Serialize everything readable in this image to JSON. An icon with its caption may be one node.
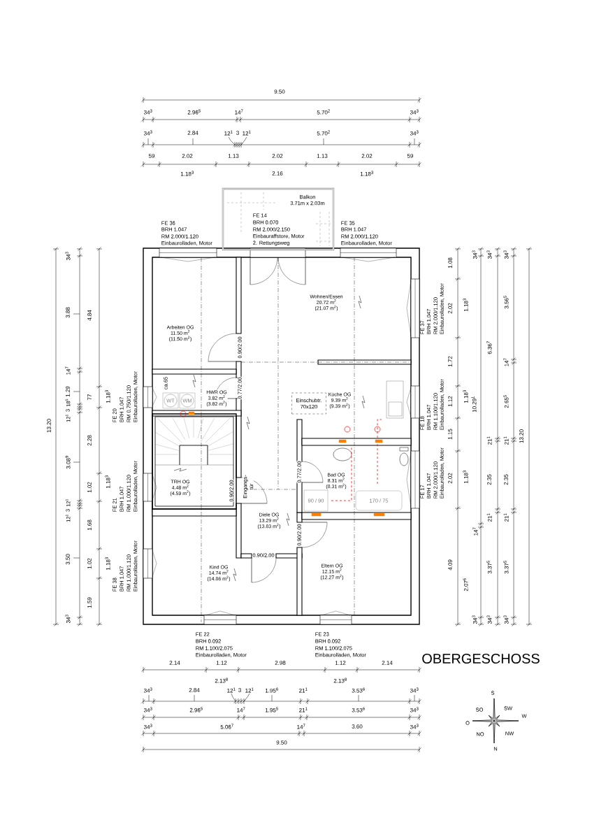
{
  "diagram": {
    "title": "OBERGESCHOSS",
    "nodes": [
      {
        "text": [
          "Balkon",
          "3.71m x 2.03m"
        ]
      },
      {
        "text": [
          "Arbeiten OG",
          "11.50 m$^{2}$",
          "(11.50 m$^{2}$)"
        ]
      },
      {
        "text": [
          "Wohnen/Essen",
          "20.72 m$^{2}$",
          "(21.07 m$^{2}$)"
        ]
      },
      {
        "text": [
          "HWR OG",
          "3.82 m$^{2}$",
          "(3.82 m$^{2}$)"
        ]
      },
      {
        "text": [
          "WT"
        ]
      },
      {
        "text": [
          "WM"
        ]
      },
      {
        "text": [
          "Küche OG",
          "9.39 m$^{2}$",
          "(9.39 m$^{2}$)"
        ]
      },
      {
        "text": [
          "Einschubtr.",
          "70x120"
        ]
      },
      {
        "text": [
          "TRH OG",
          "4.48 m$^{2}$",
          "(4.59 m$^{2}$)"
        ]
      },
      {
        "text": [
          "Bad OG",
          "8.31 m$^{2}$",
          "(8.31 m$^{2}$)"
        ]
      },
      {
        "text": [
          "90 / 90"
        ]
      },
      {
        "text": [
          "170 / 75"
        ]
      },
      {
        "text": [
          "Diele OG",
          "13.29 m$^{2}$",
          "(13.83 m$^{2}$)"
        ]
      },
      {
        "text": [
          "Kind OG",
          "14.74 m$^{2}$",
          "(14.86 m$^{2}$)"
        ]
      },
      {
        "text": [
          "Eltern OG",
          "12.15 m$^{2}$",
          "(12.27 m$^{2}$)"
        ]
      }
    ],
    "labels": [
      "9.50",
      "34$^{3}$",
      "2.96$^{5}$",
      "14$^{7}$",
      "5.70$^{2}$",
      "34$^{3}$",
      "34$^{3}$",
      "2.84",
      "12$^{1}$",
      "3",
      "12$^{1}$",
      "5.70$^{2}$",
      "34$^{3}$",
      "59",
      "2.02",
      "1.13",
      "2.02",
      "1.13",
      "2.02",
      "59",
      "1.18$^{3}$",
      "2.16",
      "1.18$^{3}$",
      "FE 36",
      "BRH 1.047",
      "RM 2.000/1.120",
      "Einbaurolladen, Motor",
      "FE 14",
      "BRH 0.070",
      "RM 2.000/2.150",
      "Einbauraffstore, Motor",
      "2. Rettungsweg",
      "FE 35",
      "BRH 1.047",
      "RM 2.000/1.120",
      "Einbaurolladen, Motor",
      "13.20",
      "34$^{3}$",
      "3.88",
      "14$^{7}$",
      "1.29",
      "12$^{1}$",
      "3",
      "18$^{5}$",
      "3.08$^{9}$",
      "12$^{1}$",
      "3",
      "12$^{1}$",
      "3.50",
      "34$^{3}$",
      "4.84",
      "77",
      "2.28",
      "1.02",
      "1.68",
      "1.02",
      "1.59",
      "1.18$^{3}$",
      "1.18$^{3}$",
      "1.18$^{3}$",
      "FE 20",
      "BRH 1.047",
      "RM 0.750/1.120",
      "Einbaurolladen, Motor",
      "FE 21",
      "BRH 1.047",
      "RM 1.000/1.120",
      "Einbaurolladen, Motor",
      "FE 38",
      "BRH 1.047",
      "RM 1.000/1.120",
      "Einbaurolladen, Motor",
      "0.90/2.00",
      "0.77/2.00",
      "ca.65",
      "0.90/2.00",
      "Eingangs- tür",
      "0.77/2.00",
      "0.90/2.00",
      "0.90/2.00",
      "1.08",
      "2.02",
      "1.72",
      "1.12",
      "1.15",
      "2.02",
      "4.09",
      "1.18$^{3}$",
      "1.18$^{3}$",
      "1.18$^{3}$",
      "2.07$^{6}$",
      "10.29$^{1}$",
      "34$^{3}$",
      "14$^{7}$",
      "34$^{3}$",
      "34$^{3}$",
      "6.36$^{7}$",
      "21$^{1}$",
      "2.35",
      "21$^{1}$",
      "3.37$^{5}$",
      "34$^{3}$",
      "34$^{3}$",
      "3.56$^{5}$",
      "14$^{7}$",
      "2.65$^{5}$",
      "21$^{1}$",
      "2.35",
      "21$^{1}$",
      "3.37$^{5}$",
      "34$^{3}$",
      "13.20",
      "FE 37",
      "BRH 1.047",
      "RM 2.000/1.120",
      "Einbaurolladen, Motor",
      "FE 18",
      "BRH 1.047",
      "RM 1.100/1.120",
      "Einbaurolladen, Motor",
      "FE 17",
      "BRH 1.047",
      "RM 2.000/1.120",
      "Einbaurolladen, Motor",
      "FE 22",
      "BRH 0.092",
      "RM 1.100/2.075",
      "Einbaurolladen, Motor",
      "FE 23",
      "BRH 0.092",
      "RM 1.100/2.075",
      "Einbaurolladen, Motor",
      "2.14",
      "1.12",
      "2.98",
      "1.12",
      "2.14",
      "2.13$^{8}$",
      "2.13$^{8}$",
      "34$^{3}$",
      "2.84",
      "12$^{1}$",
      "3",
      "12$^{1}$",
      "1.95$^{6}$",
      "21$^{1}$",
      "3.53$^{6}$",
      "34$^{3}$",
      "34$^{3}$",
      "2.96$^{5}$",
      "14$^{7}$",
      "1.95$^{5}$",
      "21$^{1}$",
      "3.53$^{6}$",
      "34$^{3}$",
      "34$^{3}$",
      "5.06$^{7}$",
      "14$^{7}$",
      "3.60",
      "34$^{3}$",
      "9.50",
      "S",
      "SO",
      "SW",
      "O",
      "W",
      "NO",
      "NW",
      "N"
    ]
  }
}
